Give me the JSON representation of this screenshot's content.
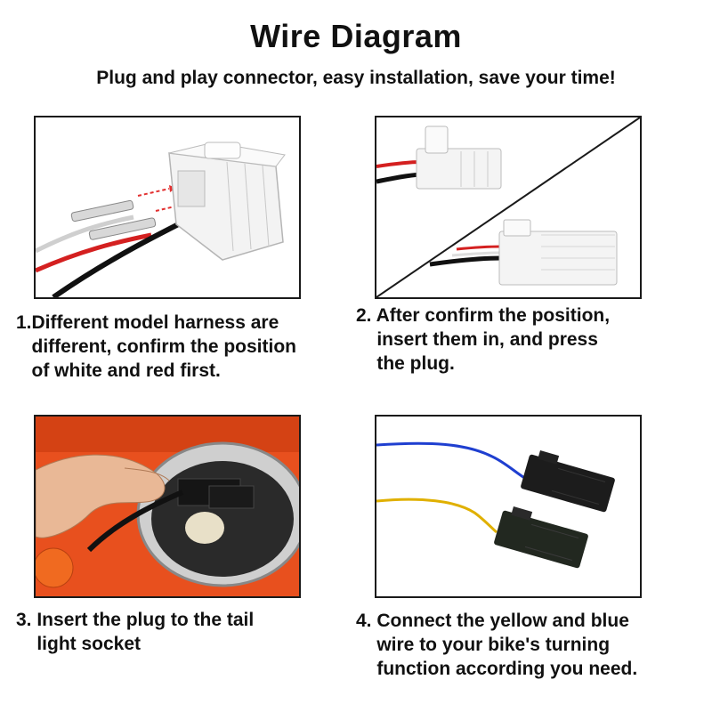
{
  "header": {
    "title": "Wire Diagram",
    "subtitle": "Plug and play connector, easy installation, save your time!"
  },
  "steps": [
    {
      "lines": [
        "1.Different model harness are",
        "   different, confirm the position",
        "   of white and red first."
      ]
    },
    {
      "lines": [
        "2. After confirm the position,",
        "    insert them in, and press",
        "    the plug."
      ]
    },
    {
      "lines": [
        "3. Insert the plug to the tail",
        "    light socket"
      ]
    },
    {
      "lines": [
        "4. Connect the yellow and blue",
        "    wire to your bike's turning",
        "    function according you need."
      ]
    }
  ],
  "colors": {
    "text": "#111111",
    "border": "#1a1a1a",
    "wire_red": "#d42020",
    "wire_black": "#111111",
    "wire_white": "#e8e8e8",
    "wire_blue": "#1f3fd0",
    "wire_yellow": "#e0b000",
    "arrow_red": "#e23030",
    "bike_orange": "#e8501e"
  },
  "icons": {
    "step1": "connector-with-pins-photo",
    "step2": "connector-split-photo",
    "step3": "tail-light-socket-photo",
    "step4": "blue-yellow-connectors-photo"
  }
}
